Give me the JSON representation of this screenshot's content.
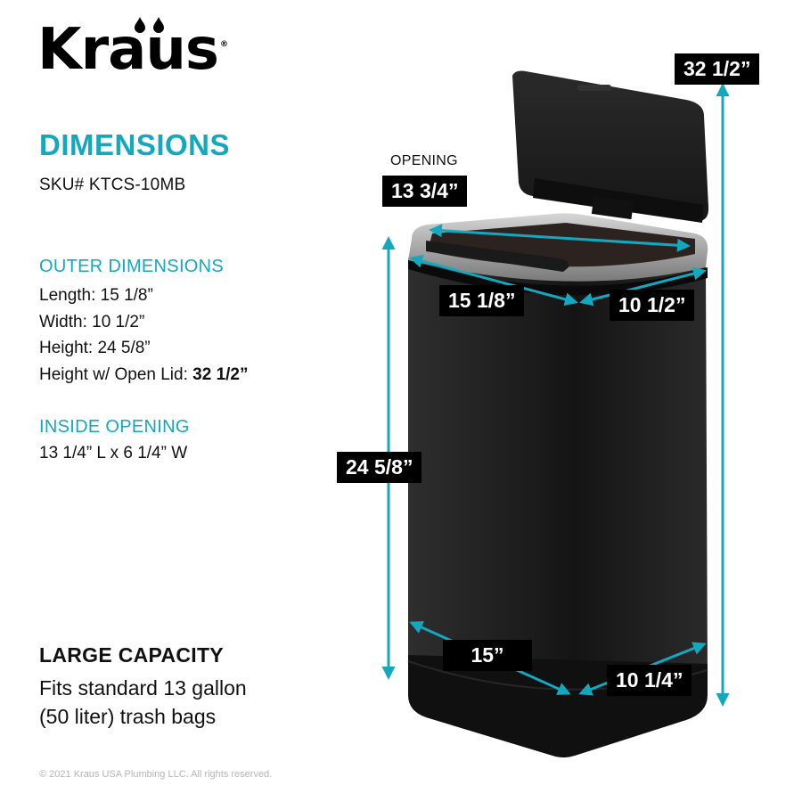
{
  "brand": {
    "logo_text": "Kraus",
    "registered_mark": "®"
  },
  "header": {
    "title": "DIMENSIONS",
    "sku": "SKU# KTCS-10MB"
  },
  "outer_dimensions": {
    "heading": "OUTER DIMENSIONS",
    "rows": [
      {
        "label": "Length: ",
        "value": "15 1/8”"
      },
      {
        "label": "Width: ",
        "value": "10 1/2”"
      },
      {
        "label": "Height: ",
        "value": "24 5/8”"
      },
      {
        "label": "Height w/ Open Lid: ",
        "value": "32 1/2”"
      }
    ]
  },
  "inside_opening": {
    "heading": "INSIDE OPENING",
    "value": "13 1/4” L x 6 1/4” W"
  },
  "capacity": {
    "heading": "LARGE CAPACITY",
    "line1": "Fits standard 13 gallon",
    "line2": "(50 liter) trash bags"
  },
  "footer": {
    "copyright": "© 2021 Kraus USA Plumbing LLC. All rights reserved."
  },
  "diagram": {
    "opening_label": "OPENING",
    "callouts": {
      "opening_length": "13 3/4”",
      "top_length": "15 1/8”",
      "top_width": "10 1/2”",
      "body_height": "24 5/8”",
      "total_height": "32 1/2”",
      "base_length": "15”",
      "base_width": "10 1/4”"
    },
    "colors": {
      "accent": "#14a8bf",
      "tag_bg": "#000000",
      "tag_text": "#ffffff",
      "body": "#1c1c1c",
      "trim": "#a8a8a8"
    }
  }
}
